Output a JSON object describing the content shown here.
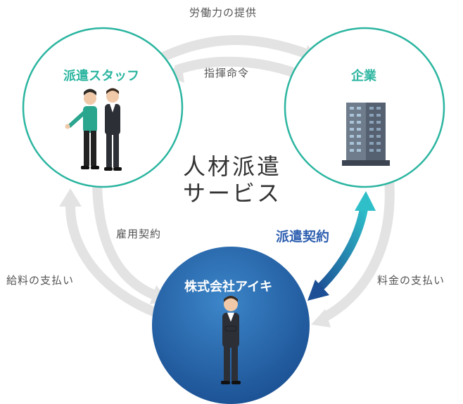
{
  "labels": {
    "top_flow": "労働力の提供",
    "command": "指揮命令",
    "employment": "雇用契約",
    "salary": "給料の支払い",
    "fee": "料金の支払い",
    "dispatch_contract": "派遣契約"
  },
  "nodes": {
    "staff": {
      "title": "派遣スタッフ"
    },
    "company": {
      "title": "企業"
    },
    "agency": {
      "title": "株式会社アイキ"
    }
  },
  "center": {
    "line1": "人材派遣",
    "line2": "サービス"
  },
  "colors": {
    "teal": "#2bb5a0",
    "arrow_gray": "#e3e3e3",
    "blue_dark": "#1c4f95",
    "blue_light": "#2aa7c9",
    "agency_fill": "#2366ad"
  }
}
